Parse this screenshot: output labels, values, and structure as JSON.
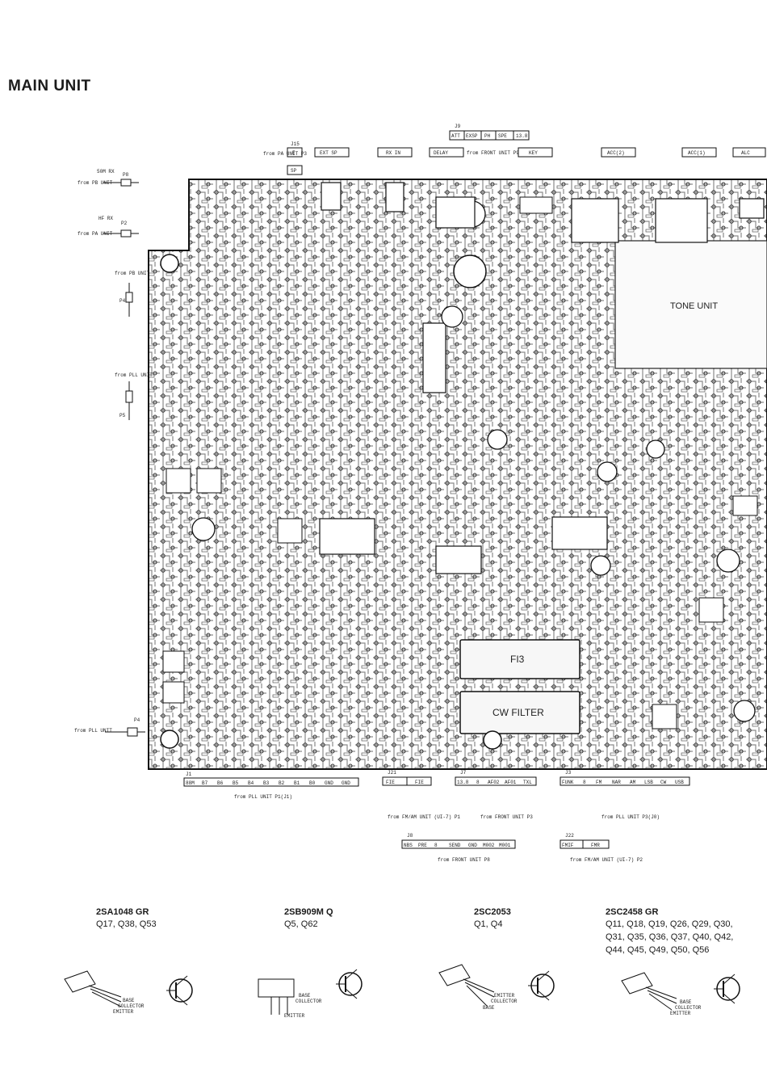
{
  "title": "MAIN UNIT",
  "board": {
    "tone_unit": "TONE UNIT",
    "fi3": "FI3",
    "cw_filter": "CW FILTER"
  },
  "connectors_top": {
    "j9_label": "J9",
    "j9_pins": [
      "ATT",
      "EXSP",
      "PH",
      "SPE",
      "13.8"
    ],
    "j15_label": "J15",
    "j15_pins": [
      "E",
      "SP"
    ],
    "ext_sp": "EXT SP",
    "rx_in": "RX IN",
    "delay": "DELAY",
    "key": "KEY",
    "acc2": "ACC(2)",
    "acc1": "ACC(1)",
    "alc": "ALC",
    "from_pa_unit_p3": "from PA UNIT P3",
    "from_front_unit_p9": "from FRONT UNIT P9"
  },
  "side_labels": [
    {
      "text": "50M RX",
      "pin": "P8",
      "from": "from PB UNIT"
    },
    {
      "text": "HF RX",
      "pin": "P2",
      "from": "from PA UNIT"
    },
    {
      "text": "from PB UNIT",
      "pin": "P4"
    },
    {
      "text": "from PLL UNIT",
      "pin": "P5"
    },
    {
      "text": "from PLL UNIT",
      "pin": "P4"
    }
  ],
  "connectors_bottom": {
    "j1_label": "J1",
    "j1_pins": [
      "88M",
      "B7",
      "B6",
      "B5",
      "B4",
      "B3",
      "B2",
      "B1",
      "B0",
      "GND",
      "GND"
    ],
    "j1_from": "from PLL UNIT P1(J1)",
    "j21_label": "J21",
    "j21_pins": [
      "FIE",
      "FIE"
    ],
    "j21_from": "from FM/AM UNIT (UI-7) P1",
    "j7_label": "J7",
    "j7_pins": [
      "13.8",
      "8",
      "AF02",
      "AF01",
      "TXL"
    ],
    "j7_from": "from FRONT UNIT P3",
    "j3_label": "J3",
    "j3_pins": [
      "FUNK",
      "8",
      "FM",
      "NAR",
      "AM",
      "LSB",
      "CW",
      "USB"
    ],
    "j3_from": "from PLL UNIT P3(J0)",
    "j8_label": "J8",
    "j8_pins": [
      "NBS",
      "PRE",
      "8",
      "SEND",
      "GND",
      "M002",
      "M001"
    ],
    "j8_from": "from FRONT UNIT P8",
    "j22_label": "J22",
    "j22_pins": [
      "FMIF",
      "FMR"
    ],
    "j22_from": "from FM/AM UNIT (UI-7) P2"
  },
  "transistors": [
    {
      "name": "2SA1048 GR",
      "qs": [
        "Q17, Q38, Q53"
      ],
      "pins": [
        "BASE",
        "COLLECTOR",
        "EMITTER"
      ]
    },
    {
      "name": "2SB909M Q",
      "qs": [
        "Q5, Q62"
      ],
      "pins": [
        "BASE",
        "COLLECTOR",
        "EMITTER"
      ]
    },
    {
      "name": "2SC2053",
      "qs": [
        "Q1, Q4"
      ],
      "pins": [
        "EMITTER",
        "COLLECTOR",
        "BASE"
      ]
    },
    {
      "name": "2SC2458 GR",
      "qs": [
        "Q11, Q18, Q19, Q26, Q29, Q30,",
        "Q31, Q35, Q36, Q37, Q40, Q42,",
        "Q44, Q45, Q49, Q50, Q56"
      ],
      "pins": [
        "BASE",
        "COLLECTOR",
        "EMITTER"
      ]
    }
  ],
  "colors": {
    "ink": "#1a1a1a",
    "board_fill": "#f4f4f4",
    "paper": "#ffffff"
  }
}
